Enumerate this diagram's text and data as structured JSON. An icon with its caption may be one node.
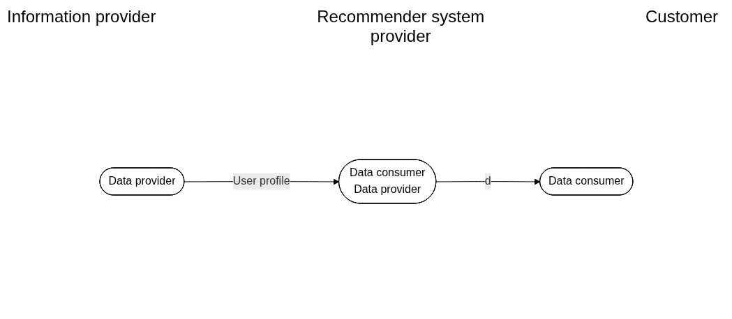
{
  "diagram": {
    "nodes": [
      {
        "text": [
          "Data consumer",
          "Data provider"
        ]
      },
      {
        "text": [
          "Data provider"
        ]
      },
      {
        "text": [
          "Data consumer"
        ]
      }
    ],
    "edges": [
      {
        "from": 1,
        "to": 0,
        "arrow": "to",
        "label": "User profile"
      },
      {
        "from": 0,
        "to": 2,
        "arrow": "to",
        "label": "d"
      }
    ],
    "labels": [
      "Information provider",
      "Recommender system provider",
      "Customer"
    ]
  }
}
